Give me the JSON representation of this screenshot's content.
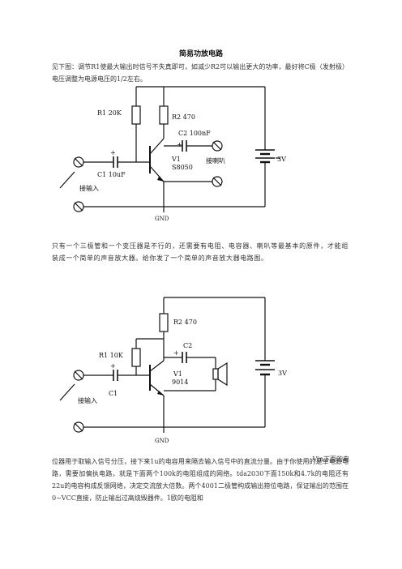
{
  "document": {
    "title": "简易功放电路",
    "para1": "见下图：调节R1使最大输出时信号不失真即可，如减少R2可以输出更大的功率，最好将C极（发射极）电压调整为电源电压的1/2左右。",
    "para2": "只有一个三极管和一个变压器是不行的，还需要有电阻、电容器、喇叭等最基本的原件，才能组装成一个简单的声音放大器。给你发了一个简单的声音放大器电路图。",
    "vin_note": "Vin下面的电",
    "para3": "位器用于取输入信号分压，接下来1u的电容用来隔去输入信号中的直流分量。由于你使用的是单电源电路，需要加偏执电路，就是下面两个100k的电阻组成的网络。tda2030下面150k和4.7k的电阻还有22u的电容构成反馈网络，决定交流放大倍数。两个4001二极管构成输出箝位电路，保证输出的范围在0~VCC直接，防止输出过高烧毁器件。1欧的电阻和"
  },
  "circuit1": {
    "r1": "R1 20K",
    "r2": "R2 470",
    "c2": "C2 100nF",
    "c1": "C1 10uF",
    "v1": "V1",
    "v1_model": "S8050",
    "speaker": "接喇叭",
    "input": "接输入",
    "supply": "3V",
    "gnd": "GND",
    "plus": "+"
  },
  "circuit2": {
    "r1": "R1 10K",
    "r2": "R2 470",
    "c2": "C2",
    "c1": "C1",
    "v1": "V1",
    "v1_model": "9014",
    "input": "接输入",
    "supply": "3V",
    "gnd": "GND",
    "plus": "+"
  }
}
